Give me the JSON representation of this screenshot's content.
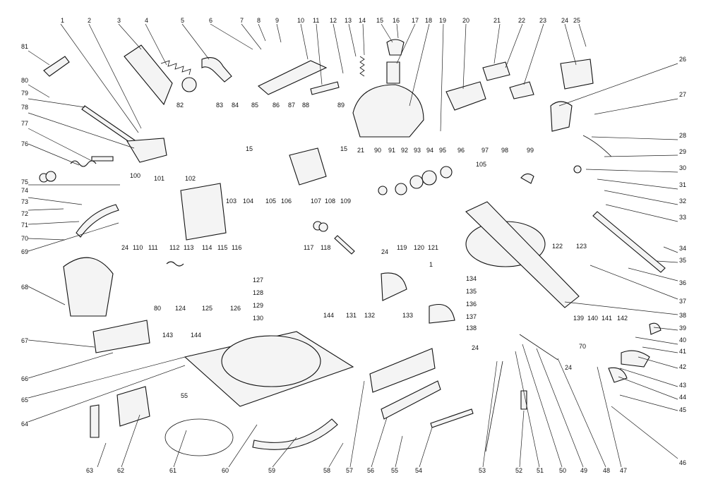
{
  "diagram": {
    "labels": {
      "l1": "1",
      "l2": "2",
      "l3": "3",
      "l4": "4",
      "l5": "5",
      "l6": "6",
      "l7": "7",
      "l8": "8",
      "l9": "9",
      "l10": "10",
      "l11": "11",
      "l12": "12",
      "l13": "13",
      "l14": "14",
      "l15": "15",
      "l16": "16",
      "l17": "17",
      "l18": "18",
      "l19": "19",
      "l20": "20",
      "l21": "21",
      "l22": "22",
      "l23": "23",
      "l24": "24",
      "l25": "25",
      "l26": "26",
      "l27": "27",
      "l28": "28",
      "l29": "29",
      "l30": "30",
      "l31": "31",
      "l32": "32",
      "l33": "33",
      "l34": "34",
      "l35": "35",
      "l36": "36",
      "l37": "37",
      "l38": "38",
      "l39": "39",
      "l40": "40",
      "l41": "41",
      "l42": "42",
      "l43": "43",
      "l44": "44",
      "l45": "45",
      "l46": "46",
      "l47": "47",
      "l48": "48",
      "l49": "49",
      "l50": "50",
      "l51": "51",
      "l52": "52",
      "l53": "53",
      "l54": "54",
      "l55": "55",
      "l56": "56",
      "l57": "57",
      "l58": "58",
      "l59": "59",
      "l60": "60",
      "l61": "61",
      "l62": "62",
      "l63": "63",
      "l64": "64",
      "l65": "65",
      "l66": "66",
      "l67": "67",
      "l68": "68",
      "l69": "69",
      "l70": "70",
      "l71": "71",
      "l72": "72",
      "l73": "73",
      "l74": "74",
      "l75": "75",
      "l76": "76",
      "l77": "77",
      "l78": "78",
      "l79": "79",
      "l80": "80",
      "l81": "81",
      "l82": "82",
      "l83": "83",
      "l84": "84",
      "l85": "85",
      "l86": "86",
      "l87": "87",
      "l88": "88",
      "l89": "89",
      "l90": "90",
      "l91": "91",
      "l92": "92",
      "l93": "93",
      "l94": "94",
      "l95": "95",
      "l96": "96",
      "l97": "97",
      "l98": "98",
      "l99": "99",
      "l100": "100",
      "l101": "101",
      "l102": "102",
      "l103": "103",
      "l104": "104",
      "l105": "105",
      "l106": "106",
      "l107": "107",
      "l108": "108",
      "l109": "109",
      "l110": "110",
      "l111": "111",
      "l112": "112",
      "l113": "113",
      "l114": "114",
      "l115": "115",
      "l116": "116",
      "l117": "117",
      "l118": "118",
      "l119": "119",
      "l120": "120",
      "l121": "121",
      "l122": "122",
      "l123": "123",
      "l124": "124",
      "l125": "125",
      "l126": "126",
      "l127": "127",
      "l128": "128",
      "l129": "129",
      "l130": "130",
      "l131": "131",
      "l132": "132",
      "l133": "133",
      "l134": "134",
      "l135": "135",
      "l136": "136",
      "l137": "137",
      "l138": "138",
      "l139": "139",
      "l140": "140",
      "l141": "141",
      "l142": "142",
      "l143": "143",
      "l144": "144"
    }
  }
}
